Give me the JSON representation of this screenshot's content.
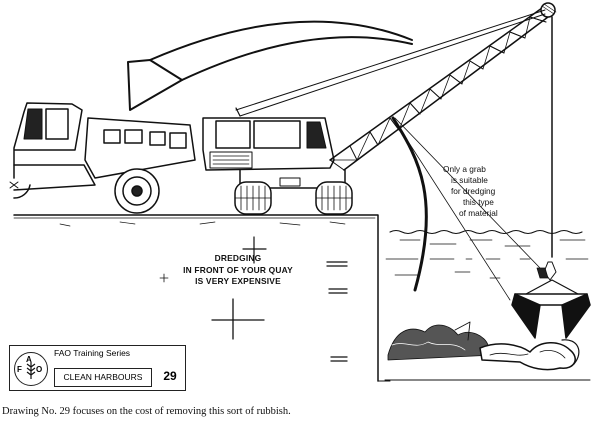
{
  "drawing": {
    "headline_lines": [
      "DREDGING",
      "IN FRONT OF YOUR QUAY",
      "IS VERY EXPENSIVE"
    ],
    "note_lines": [
      "Only a grab",
      "is suitable",
      "for dredging",
      "this type",
      "of material"
    ]
  },
  "series_box": {
    "logo_letters": [
      "F",
      "A",
      "O"
    ],
    "title": "FAO Training Series",
    "name": "CLEAN HARBOURS",
    "number": "29"
  },
  "caption": "Drawing No. 29 focuses on the cost of removing this sort of rubbish."
}
